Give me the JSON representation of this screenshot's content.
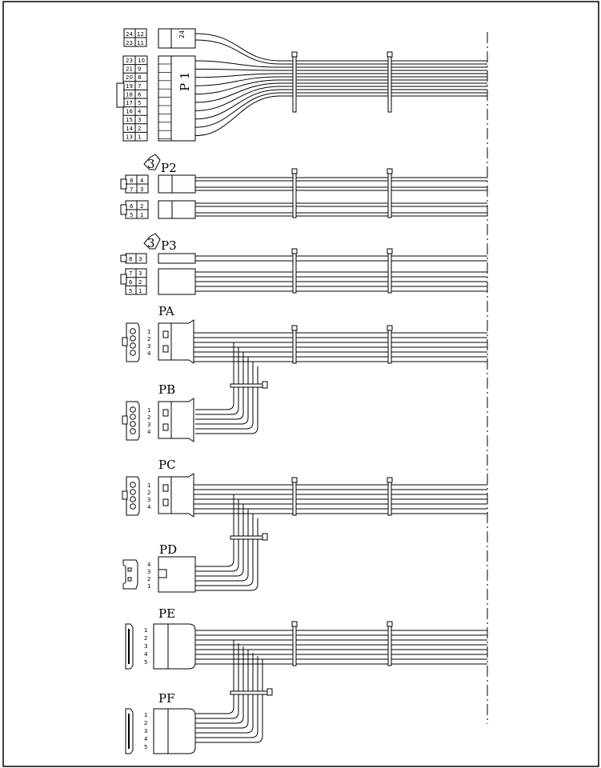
{
  "connectors": [
    {
      "id": "P1",
      "label": "P 1",
      "small_label": "24",
      "pins_left": [
        "23",
        "21",
        "20",
        "19",
        "18",
        "17",
        "16",
        "15",
        "14",
        "13"
      ],
      "pins_right": [
        "10",
        "9",
        "8",
        "7",
        "6",
        "5",
        "4",
        "3",
        "2",
        "1"
      ],
      "top_pins": [
        "24",
        "12",
        "23",
        "11"
      ]
    },
    {
      "id": "P2",
      "label": "P2",
      "badge": "3",
      "pins_a": [
        "8",
        "4",
        "7",
        "3"
      ],
      "pins_b": [
        "6",
        "2",
        "5",
        "1"
      ]
    },
    {
      "id": "P3",
      "label": "P3",
      "badge": "3",
      "pins_a": [
        "8",
        "3"
      ],
      "pins_b": [
        "7",
        "3",
        "6",
        "2",
        "5",
        "1"
      ]
    },
    {
      "id": "PA",
      "label": "PA",
      "pin_numbers": [
        "1",
        "2",
        "3",
        "4"
      ]
    },
    {
      "id": "PB",
      "label": "PB",
      "pin_numbers": [
        "1",
        "2",
        "3",
        "4"
      ]
    },
    {
      "id": "PC",
      "label": "PC",
      "pin_numbers": [
        "1",
        "2",
        "3",
        "4"
      ]
    },
    {
      "id": "PD",
      "label": "PD",
      "pin_numbers": [
        "4",
        "3",
        "2",
        "1"
      ]
    },
    {
      "id": "PE",
      "label": "PE",
      "pin_numbers": [
        "1",
        "2",
        "3",
        "4",
        "5"
      ]
    },
    {
      "id": "PF",
      "label": "PF",
      "pin_numbers": [
        "1",
        "2",
        "3",
        "4",
        "5"
      ]
    }
  ]
}
